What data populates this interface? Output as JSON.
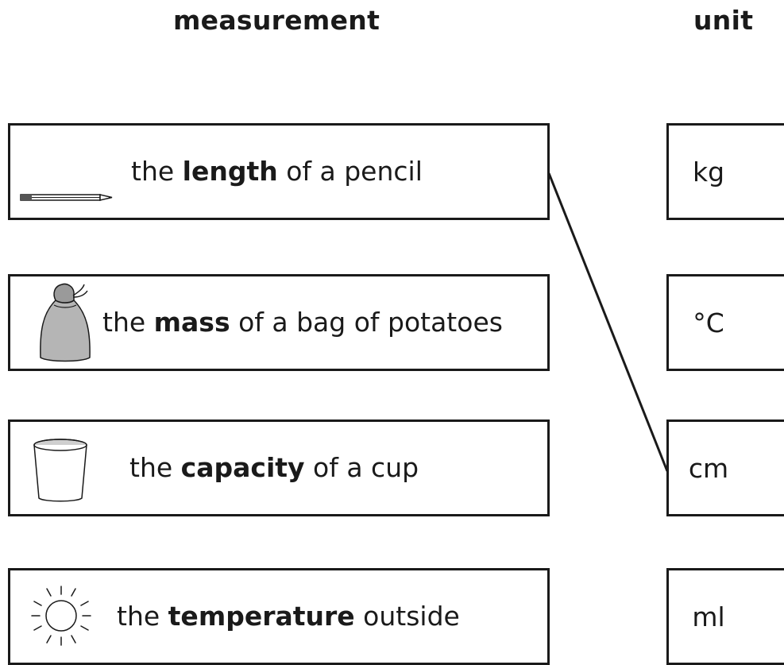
{
  "headings": {
    "measurement": "measurement",
    "unit": "unit"
  },
  "measurements": [
    {
      "prefix": "the ",
      "keyword": "length",
      "suffix": " of a pencil",
      "icon": "pencil-icon"
    },
    {
      "prefix": "the ",
      "keyword": "mass",
      "suffix": " of a bag of potatoes",
      "icon": "potato-sack-icon"
    },
    {
      "prefix": "the ",
      "keyword": "capacity",
      "suffix": " of a cup",
      "icon": "cup-icon"
    },
    {
      "prefix": "the ",
      "keyword": "temperature",
      "suffix": " outside",
      "icon": "sun-icon"
    }
  ],
  "units": [
    "kg",
    "°C",
    "cm",
    "ml"
  ],
  "connections": [
    {
      "from": "the length of a pencil",
      "to": "cm"
    }
  ]
}
